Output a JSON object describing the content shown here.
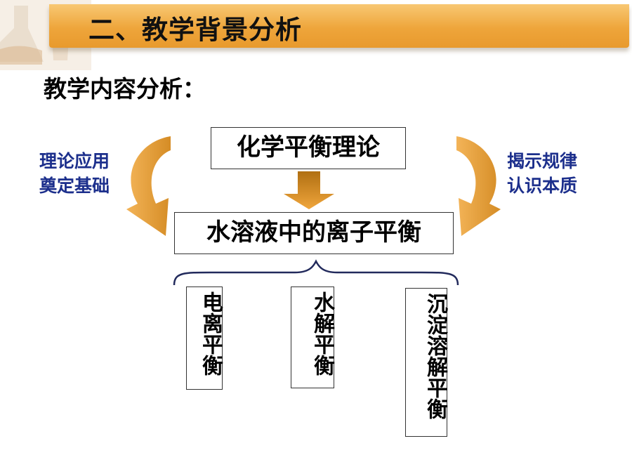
{
  "header": {
    "title": "二、教学背景分析"
  },
  "subtitle": "教学内容分析：",
  "diagram": {
    "top_box": "化学平衡理论",
    "middle_box": "水溶液中的离子平衡",
    "left_note": [
      "理论应用",
      "奠定基础"
    ],
    "right_note": [
      "揭示规律",
      "认识本质"
    ],
    "items": [
      "电离平衡",
      "水解平衡",
      "沉淀溶解平衡"
    ]
  },
  "colors": {
    "header_orange": "#eea53b",
    "arrow_orange": "#e8a23a",
    "note_blue": "#1c2f8c"
  }
}
